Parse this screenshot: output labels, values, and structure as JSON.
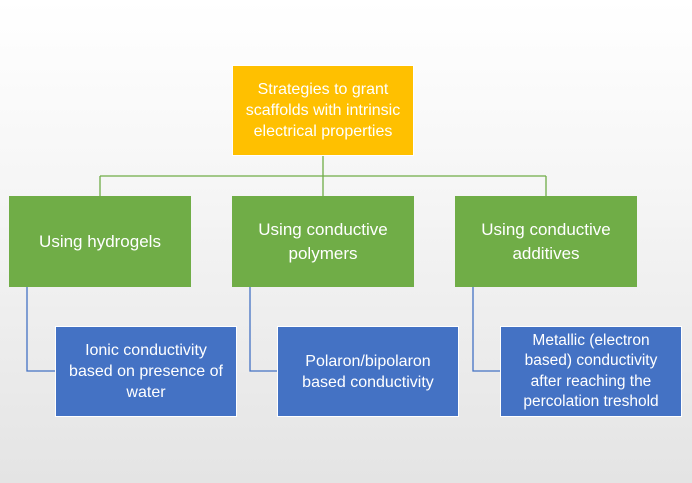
{
  "colors": {
    "root_fill": "#ffc000",
    "level1_fill": "#70ad47",
    "level2_fill": "#4472c4",
    "connector_green": "#70ad47",
    "connector_blue": "#4472c4"
  },
  "root": {
    "label": "Strategies to grant\nscaffolds with intrinsic\nelectrical properties"
  },
  "categories": [
    {
      "label": "Using hydrogels",
      "description": "Ionic conductivity\nbased on presence of\nwater"
    },
    {
      "label": "Using conductive\npolymers",
      "description": "Polaron/bipolaron\nbased conductivity"
    },
    {
      "label": "Using conductive\nadditives",
      "description": "Metallic (electron\nbased) conductivity\nafter reaching the\npercolation treshold"
    }
  ]
}
